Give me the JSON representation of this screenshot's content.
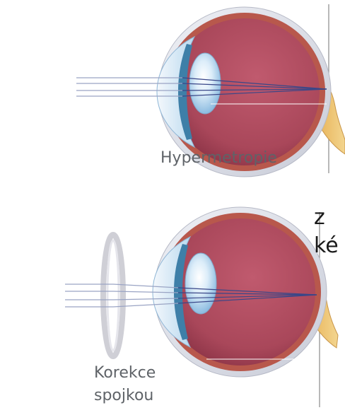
{
  "labels": {
    "hypermetropia": "Hypermetropie",
    "correction_line1": "Korekce",
    "correction_line2": "spojkou"
  },
  "truncated_text": {
    "line1": "z",
    "line2": "ké"
  },
  "colors": {
    "sclera": "#e3e6ee",
    "choroid": "#b8584c",
    "vitreous": "#b44f62",
    "cornea": "#b9d9ef",
    "iris": "#3e7fa8",
    "lens": "#cfe7f7",
    "optic_nerve": "#edc170",
    "ray_light": "#9aa4c4",
    "ray_dark": "#3a4788",
    "corrective_lens": "#cfcfd6",
    "retina_line": "#8a8a8a"
  },
  "icons": {
    "eye_top": "eye-cross-section",
    "eye_bottom": "eye-cross-section",
    "corrective_lens": "convex-lens"
  }
}
